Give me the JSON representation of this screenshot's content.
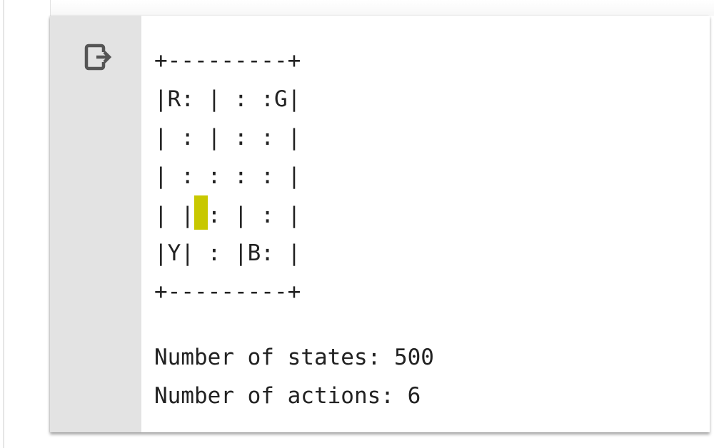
{
  "output_icon": "output-exit-icon",
  "taxi_color": "#c8c800",
  "env_render": {
    "lines": [
      "+---------+",
      "|R: | : :G|",
      "| : | : : |",
      "| : : : : |",
      "| |",
      "|Y| : |B: |",
      "+---------+"
    ],
    "taxi_row": {
      "before": "| |",
      "after": ": | : |"
    }
  },
  "stats": {
    "states_line": "Number of states: 500",
    "actions_line": "Number of actions: 6"
  }
}
